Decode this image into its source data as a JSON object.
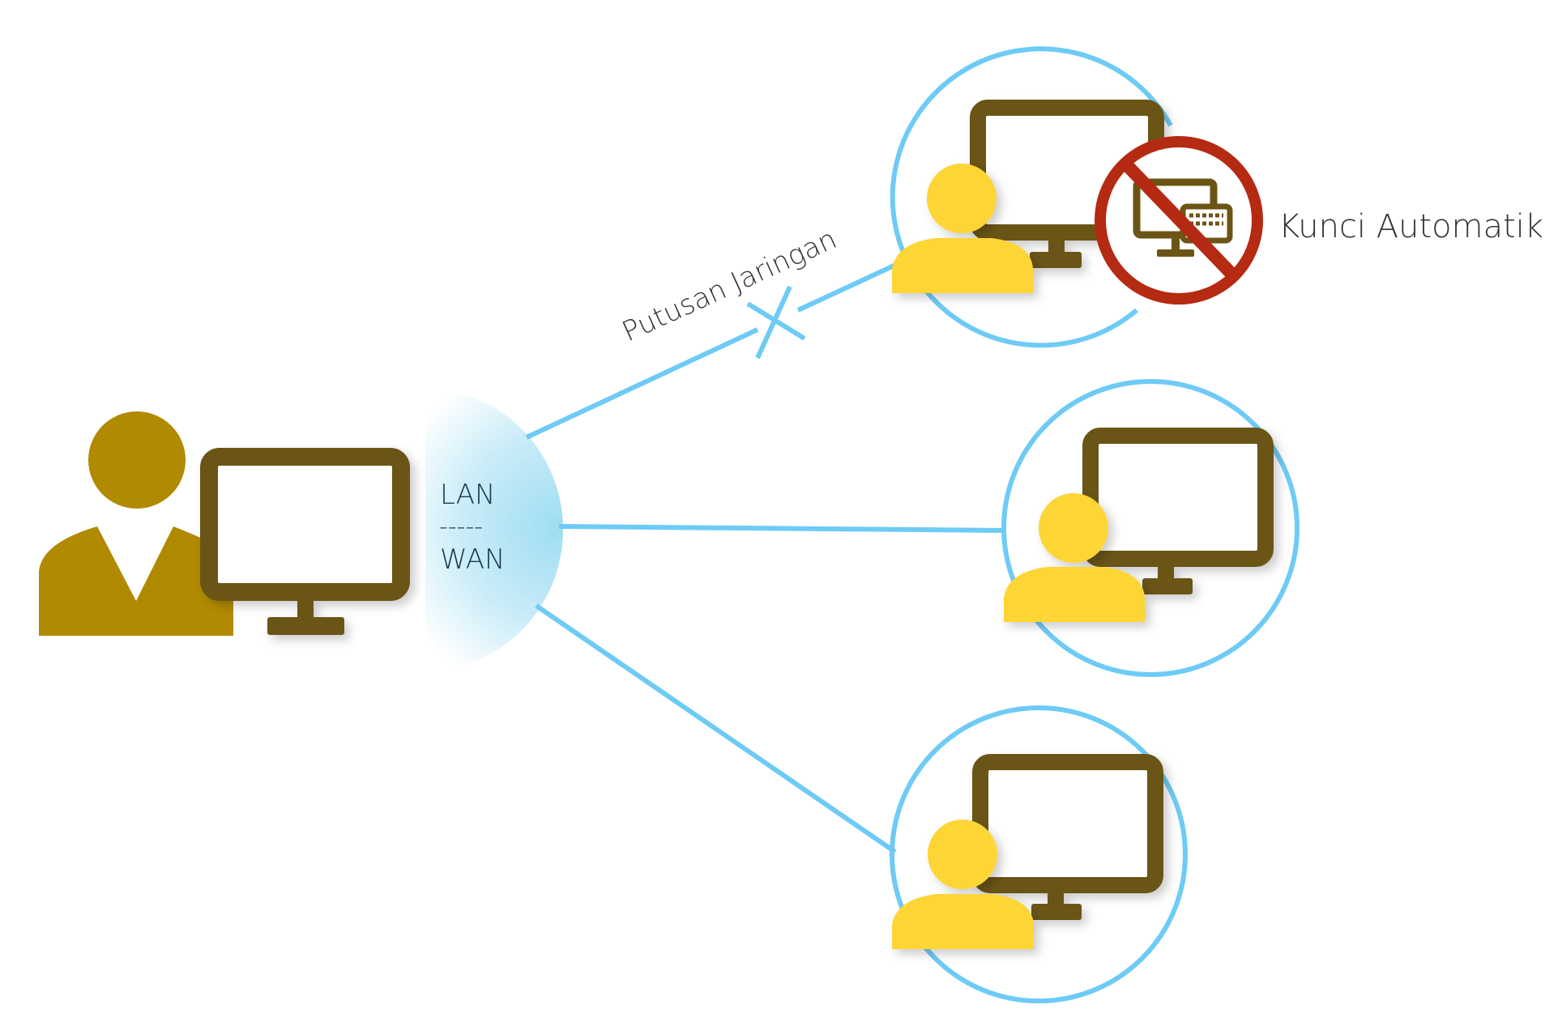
{
  "hub": {
    "lan_label": "LAN",
    "separator": "-----",
    "wan_label": "WAN"
  },
  "links": [
    {
      "target": "client-1",
      "state": "disconnected",
      "label": "Putusan Jaringan"
    },
    {
      "target": "client-2",
      "state": "connected"
    },
    {
      "target": "client-3",
      "state": "connected"
    }
  ],
  "status": {
    "auto_lock_label": "Kunci Automatik"
  },
  "icons": {
    "admin": "admin-user-icon",
    "admin_computer": "monitor-icon",
    "client": "user-icon",
    "client_computer": "monitor-icon",
    "lock": "prohibited-computer-icon"
  },
  "colors": {
    "line": "#6ECBF5",
    "admin_gold": "#B08A00",
    "monitor_brown": "#6B5414",
    "user_yellow": "#FDD535",
    "prohibit_red": "#B52A12",
    "text_dark": "#1B3A4D",
    "text_gray": "#333333"
  }
}
